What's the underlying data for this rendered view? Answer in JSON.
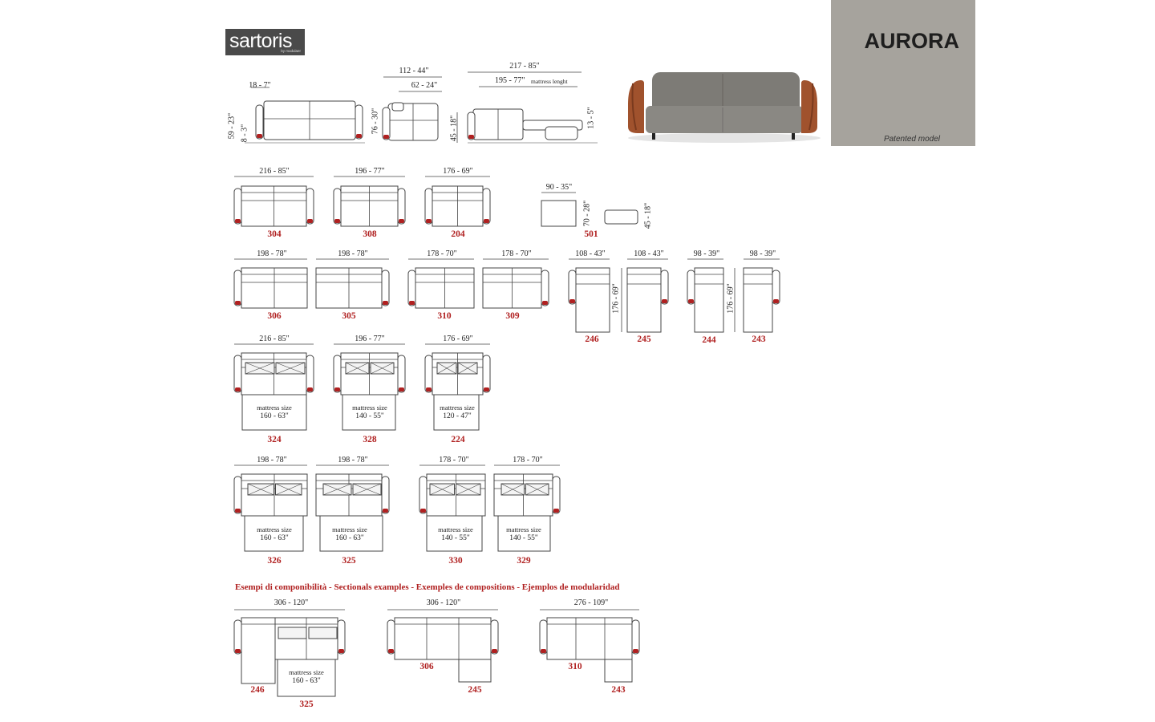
{
  "brand": {
    "name": "sartoris",
    "sub": "by modulaer"
  },
  "product": {
    "title": "AURORA",
    "patent": "Patented model"
  },
  "colors": {
    "code": "#b02020",
    "line": "#444444",
    "panel": "#a6a39d",
    "leather": "#a0522d",
    "fabric": "#7a7873"
  },
  "header": {
    "arm": "18 - 7\"",
    "height": "59 - 23\"",
    "seat": "8 - 3\"",
    "depth_open": "112 - 44\"",
    "depth_seat": "62 - 24\"",
    "back_h": "76 - 30\"",
    "seat_h": "45 - 18\"",
    "len_open": "217 - 85\"",
    "mattress": "195 - 77\"",
    "mattress_label": "mattress lenght",
    "mat_h": "13 - 5\""
  },
  "row1": [
    {
      "dim": "216 - 85\"",
      "code": "304"
    },
    {
      "dim": "196 - 77\"",
      "code": "308"
    },
    {
      "dim": "176 - 69\"",
      "code": "204"
    }
  ],
  "pouf": {
    "w": "90 - 35\"",
    "d": "70 - 28\"",
    "h": "45 - 18\"",
    "code": "501"
  },
  "row2": [
    {
      "dim": "198 - 78\"",
      "code": "306"
    },
    {
      "dim": "198 - 78\"",
      "code": "305"
    },
    {
      "dim": "178 - 70\"",
      "code": "310"
    },
    {
      "dim": "178 - 70\"",
      "code": "309"
    }
  ],
  "chaises": [
    {
      "dim": "108 - 43\"",
      "code": "246"
    },
    {
      "dim": "108 - 43\"",
      "code": "245"
    },
    {
      "dim": "98 - 39\"",
      "code": "244"
    },
    {
      "dim": "98 - 39\"",
      "code": "243"
    }
  ],
  "chaise_len": "176 - 69\"",
  "mattress_word": "mattress size",
  "row3": [
    {
      "dim": "216 - 85\"",
      "size": "160 - 63\"",
      "code": "324"
    },
    {
      "dim": "196 - 77\"",
      "size": "140 - 55\"",
      "code": "328"
    },
    {
      "dim": "176 - 69\"",
      "size": "120 - 47\"",
      "code": "224"
    }
  ],
  "row4": [
    {
      "dim": "198 - 78\"",
      "size": "160 - 63\"",
      "code": "326"
    },
    {
      "dim": "198 - 78\"",
      "size": "160 - 63\"",
      "code": "325"
    },
    {
      "dim": "178 - 70\"",
      "size": "140 - 55\"",
      "code": "330"
    },
    {
      "dim": "178 - 70\"",
      "size": "140 - 55\"",
      "code": "329"
    }
  ],
  "examples_title": "Esempi di componibilità  -  Sectionals examples - Exemples de compositions - Ejemplos de modularidad",
  "examples": [
    {
      "dim": "306 - 120\"",
      "code_a": "246",
      "code_b": "325",
      "size": "160 - 63\""
    },
    {
      "dim": "306 - 120\"",
      "code_a": "306",
      "code_b": "245"
    },
    {
      "dim": "276 - 109\"",
      "code_a": "310",
      "code_b": "243"
    }
  ]
}
